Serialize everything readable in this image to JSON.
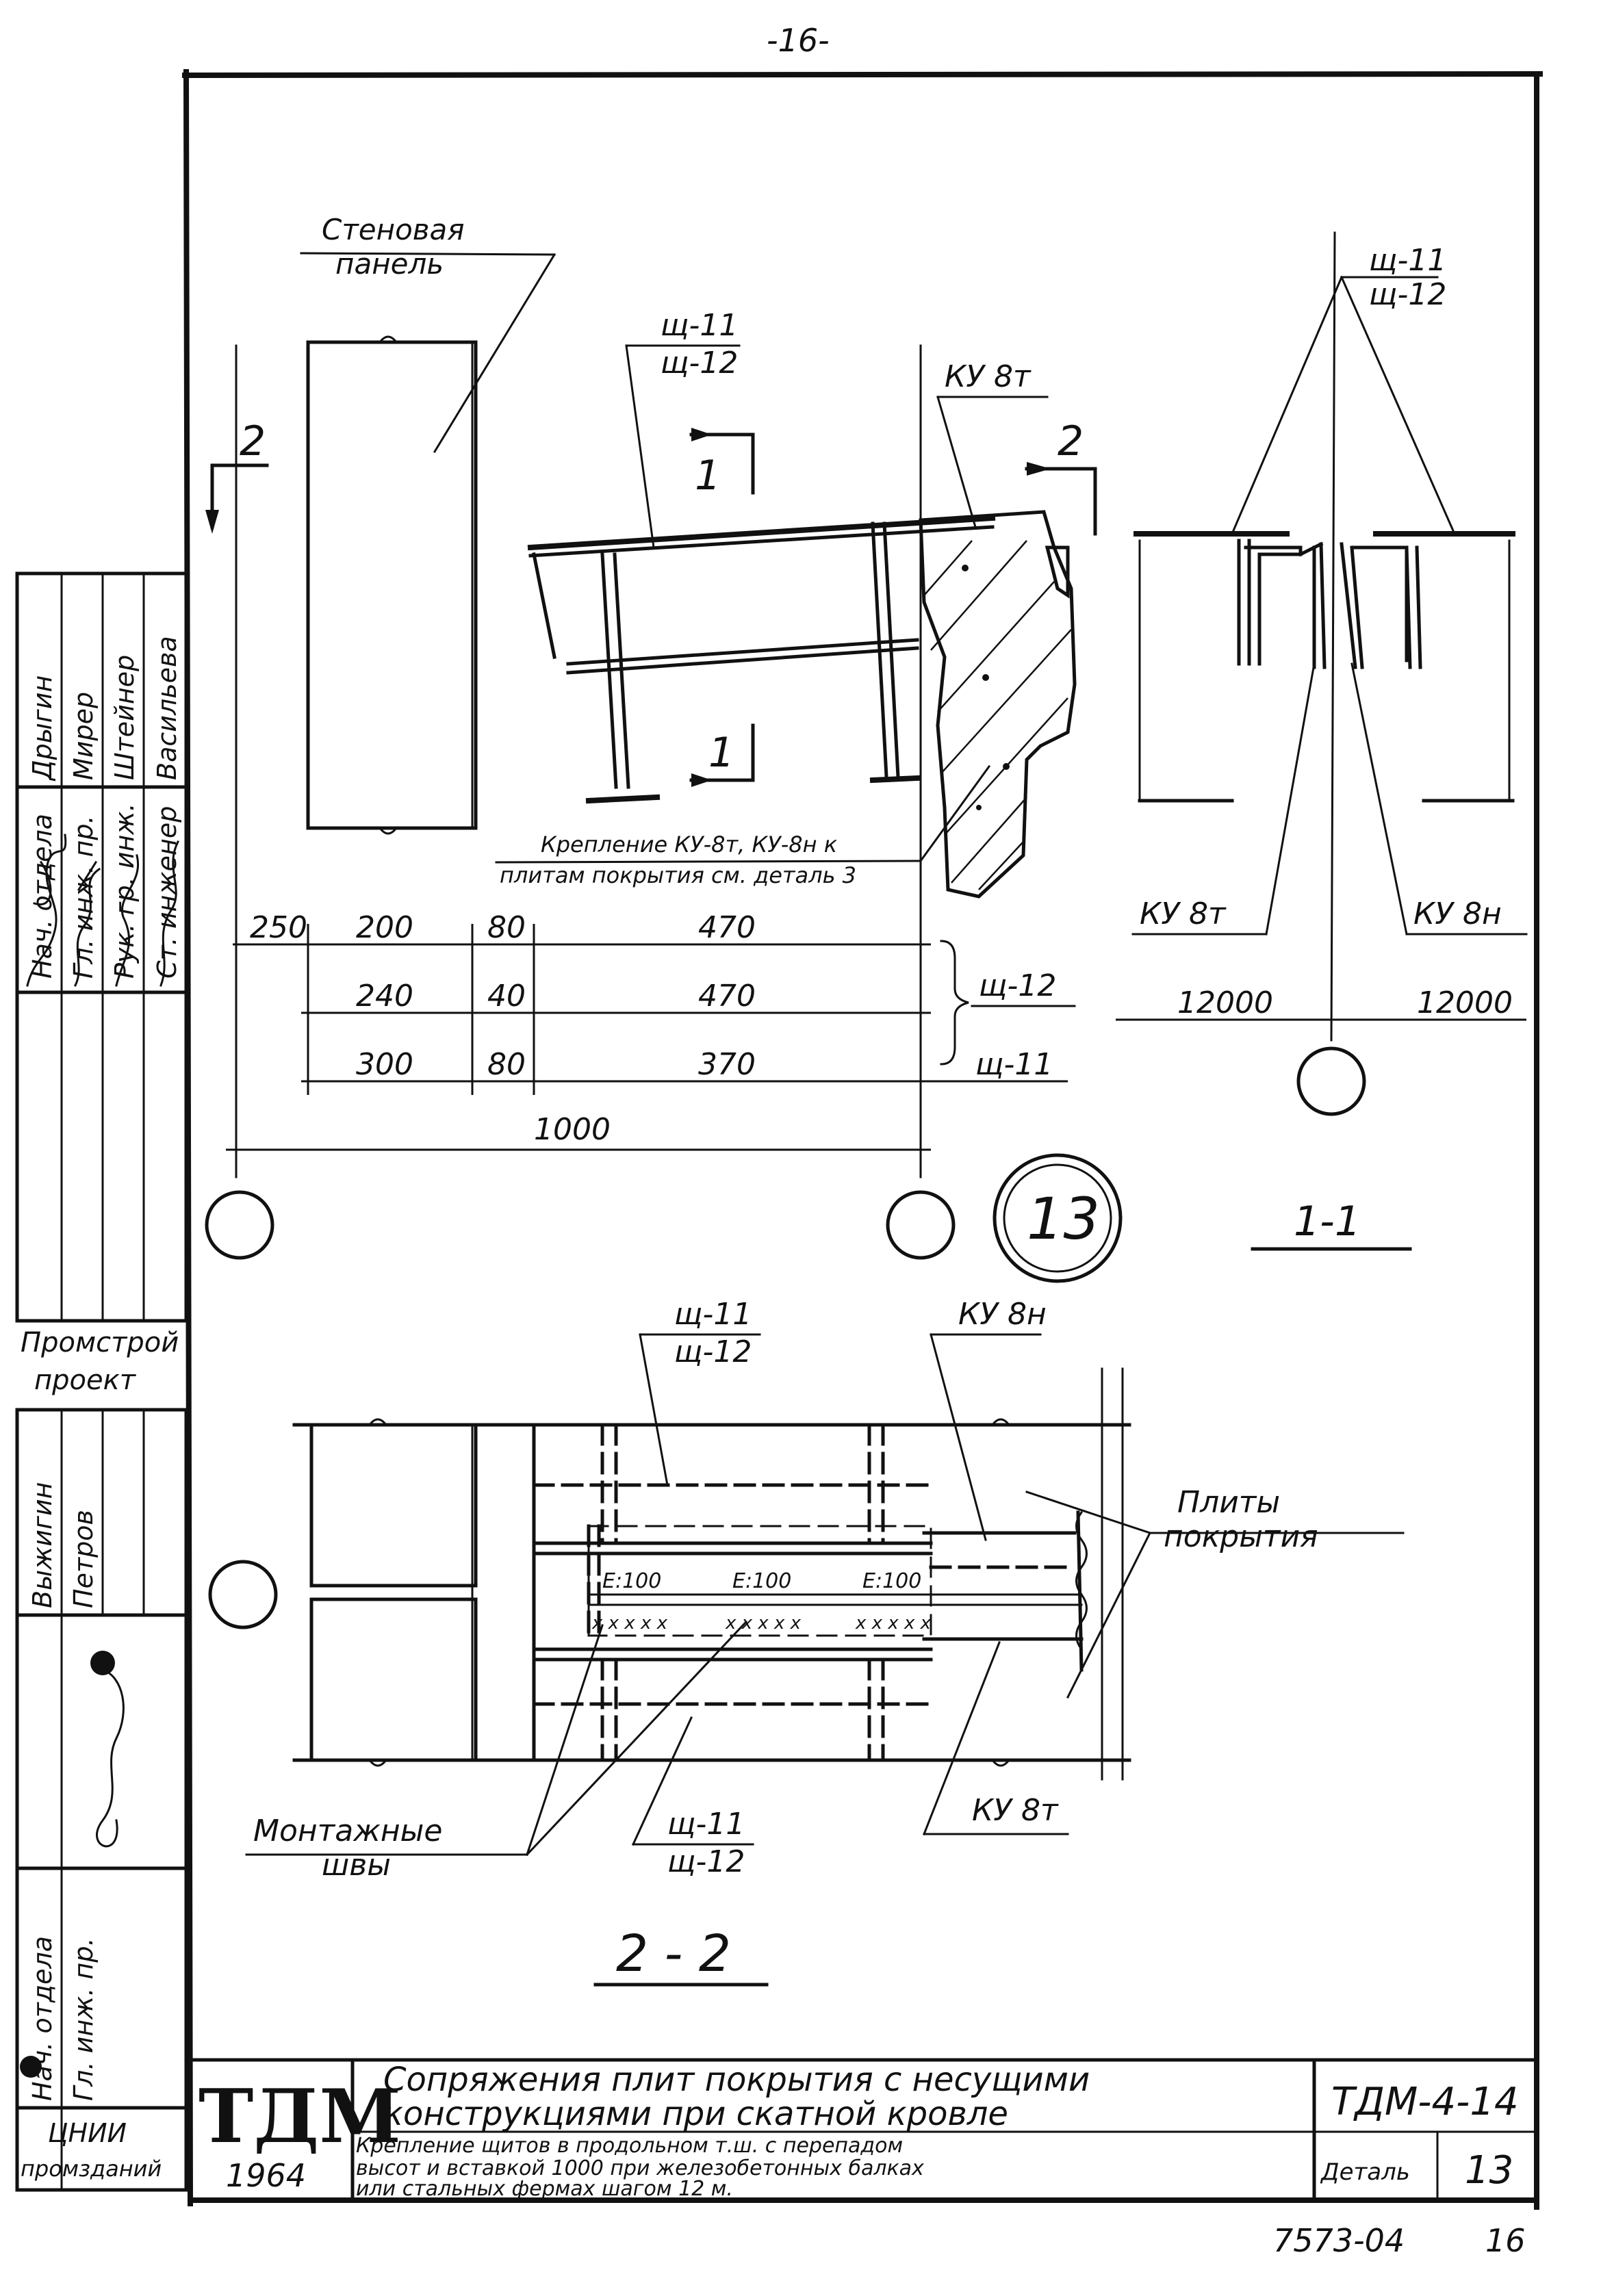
{
  "page_number": "-16-",
  "section_1_1": {
    "wall_panel_label": [
      "Стеновая",
      "панель"
    ],
    "panel_label_top": [
      "щ-11",
      "щ-12"
    ],
    "ku8t_label": "КУ 8т",
    "cut_1": "1",
    "cut_2": "2",
    "fastening_note": [
      "Крепление КУ-8т, КУ-8н к",
      "плитам покрытия см. деталь 3"
    ],
    "dims_row1": [
      "250",
      "200",
      "80",
      "470"
    ],
    "dims_row2": [
      "240",
      "40",
      "470"
    ],
    "dims_row3": [
      "300",
      "80",
      "370"
    ],
    "dims_total": "1000",
    "row2_tag": "щ-12",
    "row3_tag": "щ-11"
  },
  "section_right": {
    "panel_label": [
      "щ-11",
      "щ-12"
    ],
    "left_bracket": "КУ 8т",
    "right_bracket": "КУ 8н",
    "span_left": "12000",
    "span_right": "12000"
  },
  "detail_number": "13",
  "section_title_1": "1-1",
  "plan_2_2": {
    "top_panel": [
      "щ-11",
      "щ-12"
    ],
    "ku8n": "КУ 8н",
    "slabs_label": [
      "Плиты",
      "покрытия"
    ],
    "weld_marks": [
      "Е:100",
      "Е:100",
      "Е:100"
    ],
    "weld_seams": [
      "Монтажные",
      "швы"
    ],
    "bottom_panel": [
      "щ-11",
      "щ-12"
    ],
    "ku8t": "КУ 8т",
    "title": "2 - 2"
  },
  "side_stamp": {
    "roles": [
      "Нач. отдела",
      "Гл. инж. пр.",
      "Рук. гр. инж.",
      "Ст. инженер"
    ],
    "names": [
      "Дрыгин",
      "Мирер",
      "Штейнер",
      "Васильева"
    ],
    "org": [
      "Промстрой",
      "проект"
    ],
    "checked_roles": [
      "Нач. отдела",
      "Гл. инж. пр."
    ],
    "checked_names": [
      "Выжигин",
      "Петров"
    ],
    "institute": [
      "ЦНИИ",
      "промзданий"
    ]
  },
  "title_block": {
    "logo": "ТДМ",
    "year": "1964",
    "title_line1": "Сопряжения плит покрытия с несущими",
    "title_line2": "конструкциями при скатной кровле",
    "desc_line1": "Крепление щитов в продольном т.ш. с перепадом",
    "desc_line2": "высот и вставкой 1000 при железобетонных балках",
    "desc_line3": "или стальных фермах шагом 12 м.",
    "code": "ТДМ-4-14",
    "detail_label": "Деталь",
    "detail_no": "13",
    "archive_no": "7573-04",
    "sheet_no": "16"
  }
}
